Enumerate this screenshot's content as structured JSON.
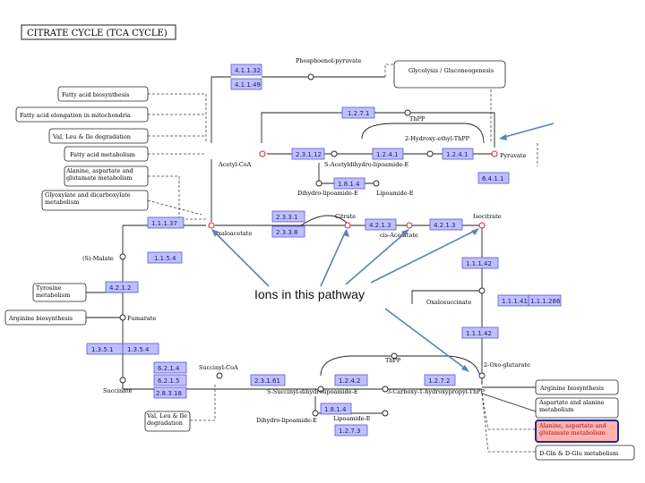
{
  "title": "CITRATE CYCLE (TCA CYCLE)",
  "annotation": "Ions in this pathway",
  "colors": {
    "enzyme_fill": "#bfbfff",
    "highlight_fill": "#ffb3b3",
    "arrow": "#5a82b4",
    "ion_marker": "#cc3333"
  },
  "left_pathways": [
    "Fatty acid biosynthesis",
    "Fatty acid elongation in mitochondria",
    "Val, Leu & Ile degradation",
    "Fatty acid metabolism",
    "Alanine, aspartate and glutamate metabolism",
    "Glyoxylate and dicarboxylate metabolism",
    "Tyrosine metabolism",
    "Arginine biosynthesis",
    "Val, Leu & Ile degradation"
  ],
  "right_pathways": [
    "Glycolysis / Gluconeogenesis",
    "Arginine biosynthesis",
    "Aspartate and alanine metabolism",
    "Alanine, aspartate and glutamate metabolism",
    "D-Gln & D-Glu metabolism"
  ],
  "compounds": {
    "pep": "Phosphoenol-pyruvate",
    "thpp1": "ThPP",
    "hydroxy": "2-Hydroxy-ethyl-ThPP",
    "pyruvate": "Pyruvate",
    "acetylcoa": "Acetyl-CoA",
    "sacetyl": "S-Acetyldihydro-lipoamide-E",
    "dihydro1": "Dihydro-lipoamide-E",
    "lipoamide1": "Lipoamide-E",
    "citrate": "Citrate",
    "isocitrate": "Isocitrate",
    "cisaconitate": "cis-Aconitate",
    "oxaloacetate": "Oxaloacetate",
    "smalate": "(S)-Malate",
    "oxalosuccinate": "Oxalosuccinate",
    "fumarate": "Fumarate",
    "oxoglutarate": "2-Oxo-glutarate",
    "thpp2": "ThPP",
    "succinylcoa": "Succinyl-CoA",
    "succinate": "Succinate",
    "ssuccinyl": "S-Succinyl-dihydrolipoamide-E",
    "carboxy": "3-Carboxy-1-hydroxypropyl-ThPP",
    "dihydro2": "Dihydro-lipoamide-E",
    "lipoamide2": "Lipoamide-E"
  },
  "enzymes": {
    "e41132": "4.1.1.32",
    "e41149": "4.1.1.49",
    "e1271": "1.2.7.1",
    "e1241a": "1.2.4.1",
    "e1241b": "1.2.4.1",
    "e2312": "2.3.1.12",
    "e1814": "1.8.1.4",
    "e6411": "6.4.1.1",
    "e2331": "2.3.3.1",
    "e2338": "2.3.3.8",
    "e4213a": "4.2.1.3",
    "e4213b": "4.2.1.3",
    "e11137": "1.1.1.37",
    "e1154": "1.1.5.4",
    "e11142a": "1.1.1.42",
    "e11141": "1.1.1.41",
    "e11286": "1.1.1.286",
    "e11142b": "1.1.1.42",
    "e4212": "4.2.1.2",
    "e1331": "1.3.5.1",
    "e1354": "1.3.5.4",
    "e6214": "6.2.1.4",
    "e6215": "6.2.1.5",
    "e2838": "2.8.3.18",
    "e23161": "2.3.1.61",
    "e1242": "1.2.4.2",
    "e1272": "1.2.7.2",
    "e1814b": "1.8.1.4",
    "e1273": "1.2.7.3"
  }
}
